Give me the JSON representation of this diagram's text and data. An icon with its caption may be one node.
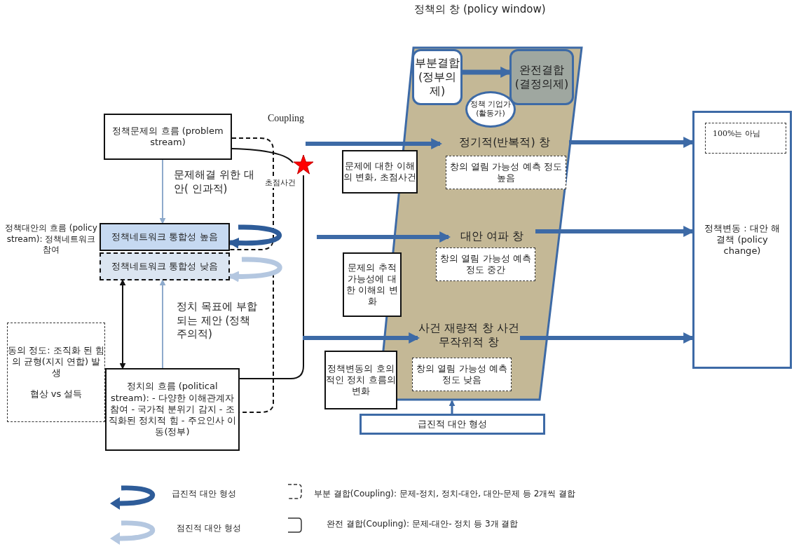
{
  "diagram": {
    "nodes": [
      {
        "text": [
          "정책문제의 흐름 (problem stream)"
        ]
      },
      {
        "text": [
          "정책네트워크 통합성 높음"
        ]
      },
      {
        "text": [
          "정책네트워크 통합성 낮음"
        ]
      },
      {
        "text": [
          "정치의 흐름 (political stream): - 다양한 이해관계자 참여 - 국가적 분위기 감지 - 조직화된 정치적 힘 - 주요인사 이동(정부)"
        ]
      },
      {
        "text": [
          "동의 정도: 조직화 된 힘의 균형(지지 연합) 발생",
          "협상 vs 설득"
        ]
      },
      {
        "text": [],
        "shape": "star",
        "beside": [
          "초점사건"
        ]
      },
      {
        "text": [
          "정책의 창 (policy window)"
        ]
      },
      {
        "text": [
          "부분결합 (정부의제)"
        ],
        "in": 6
      },
      {
        "text": [
          "완전결합 (결정의제)"
        ],
        "in": 6
      },
      {
        "text": [
          "정책 기업가 (활동가)"
        ],
        "in": 6
      },
      {
        "text": [
          "정기적(반복적) 창"
        ],
        "in": 6
      },
      {
        "text": [
          "창의 열림 가능성 예측 정도 높음"
        ],
        "in": 6
      },
      {
        "text": [
          "대안 여파 창"
        ],
        "in": 6
      },
      {
        "text": [
          "창의 열림 가능성 예측 정도 중간"
        ],
        "in": 6
      },
      {
        "text": [
          "사건 재량적 창 사건 무작위적 창"
        ],
        "in": 6
      },
      {
        "text": [
          "창의 열림 가능성 예측 정도 낮음"
        ],
        "in": 6
      },
      {
        "text": [
          "문제에 대한 이해의 변화, 초점사건"
        ]
      },
      {
        "text": [
          "문제의 추적가능성에 대한 이해의 변화"
        ]
      },
      {
        "text": [
          "정책변동의 호의적인 정치 흐름의 변화"
        ]
      },
      {
        "text": [
          "급진적 대안 형성"
        ]
      },
      {
        "text": [
          "정책변동 : 대안 해결책 (policy change)"
        ]
      },
      {
        "text": [
          "100%는 아님"
        ],
        "in": 20
      }
    ],
    "edges": [
      {
        "from": 0,
        "to": 1,
        "arrow": "to",
        "label": "문제해결 위한 대안( 인과적)",
        "color": "#8eaacc"
      },
      {
        "from": 3,
        "to": 2,
        "arrow": "to",
        "label": "정치 목표에 부합되는 제안 (정책주의적)",
        "color": "#8eaacc"
      },
      {
        "from": 2,
        "to": 3,
        "arrow": "both",
        "color": "#111111"
      },
      {
        "from": 0,
        "to": 1,
        "arrow": "none",
        "style": "dashed",
        "color": "#111111"
      },
      {
        "from": 2,
        "to": 3,
        "arrow": "none",
        "style": "dashed",
        "color": "#111111"
      },
      {
        "from": 0,
        "to": 5,
        "arrow": "none",
        "color": "#111111"
      },
      {
        "from": 5,
        "to": 3,
        "arrow": "none",
        "color": "#111111"
      },
      {
        "from": null,
        "to": 1,
        "arrow": "to",
        "color": "#2e5c99"
      },
      {
        "from": null,
        "to": 2,
        "arrow": "to",
        "color": "#b4c7e0"
      },
      {
        "from": 7,
        "to": 8,
        "arrow": "to"
      },
      {
        "from": null,
        "to": 10,
        "arrow": "to"
      },
      {
        "from": null,
        "to": 12,
        "arrow": "to"
      },
      {
        "from": null,
        "to": 14,
        "arrow": "to"
      },
      {
        "from": 10,
        "to": 20,
        "arrow": "to"
      },
      {
        "from": 12,
        "to": 20,
        "arrow": "to"
      },
      {
        "from": 14,
        "to": 20,
        "arrow": "to"
      },
      {
        "from": 19,
        "to": 6,
        "arrow": "to"
      }
    ],
    "labels": [
      "Coupling",
      "정책대안의 흐름 (policy stream): 정책네트워크 참여"
    ],
    "legend": [
      {
        "text": "급진적 대안 형성"
      },
      {
        "text": "점진적 대안 형성"
      },
      {
        "text": "부분 결합(Coupling): 문제-정치, 정치-대안, 대안-문제 등 2개씩 결합"
      },
      {
        "text": "완전 결합(Coupling): 문제-대안- 정치 등 3개 결합"
      }
    ]
  }
}
